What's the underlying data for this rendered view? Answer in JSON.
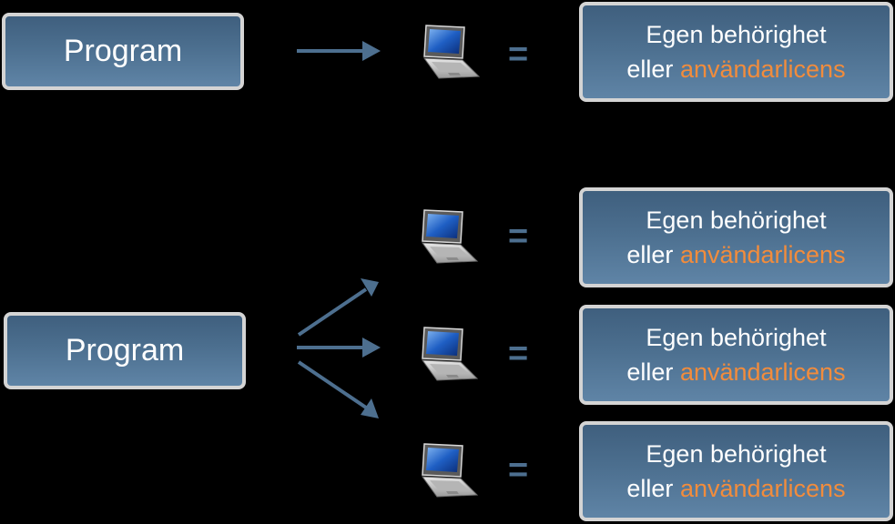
{
  "program_label": "Program",
  "license_line1": "Egen behörighet",
  "license_word": "eller",
  "license_accent": "användarlicens",
  "equals_sign": "=",
  "colors": {
    "accent": "#f28c3c",
    "arrow": "#4d6f8f",
    "box_border": "#d4d4d4"
  },
  "icons": {
    "device": "laptop-icon"
  }
}
